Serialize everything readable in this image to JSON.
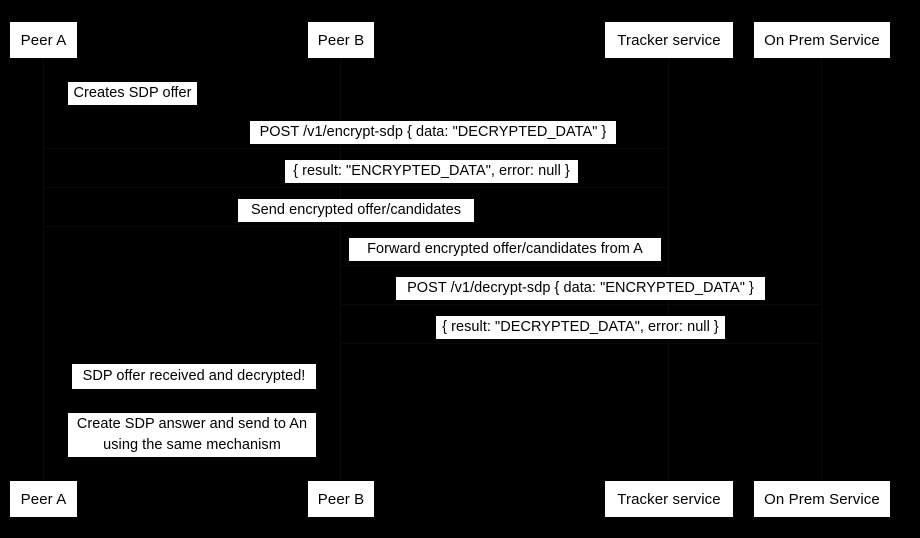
{
  "diagram": {
    "kind": "sequence-diagram",
    "background_color": "#000000",
    "label_background_color": "#ffffff",
    "label_text_color": "#000000",
    "participants": [
      {
        "id": "peer-a",
        "label": "Peer A"
      },
      {
        "id": "peer-b",
        "label": "Peer B"
      },
      {
        "id": "tracker-service",
        "label": "Tracker service"
      },
      {
        "id": "on-prem-service",
        "label": "On Prem Service"
      }
    ],
    "messages": [
      {
        "id": "m1",
        "label": "Creates SDP offer"
      },
      {
        "id": "m2",
        "label": "POST /v1/encrypt-sdp { data: \"DECRYPTED_DATA\" }"
      },
      {
        "id": "m3",
        "label": "{ result: \"ENCRYPTED_DATA\", error: null }"
      },
      {
        "id": "m4",
        "label": "Send encrypted offer/candidates"
      },
      {
        "id": "m5",
        "label": "Forward encrypted offer/candidates from A"
      },
      {
        "id": "m6",
        "label": "POST /v1/decrypt-sdp { data: \"ENCRYPTED_DATA\" }"
      },
      {
        "id": "m7",
        "label": "{ result: \"DECRYPTED_DATA\", error: null }"
      },
      {
        "id": "m8",
        "label": "SDP offer received and decrypted!"
      },
      {
        "id": "m9",
        "label_line1": "Create SDP answer and send to An",
        "label_line2": "using the same mechanism"
      }
    ]
  }
}
